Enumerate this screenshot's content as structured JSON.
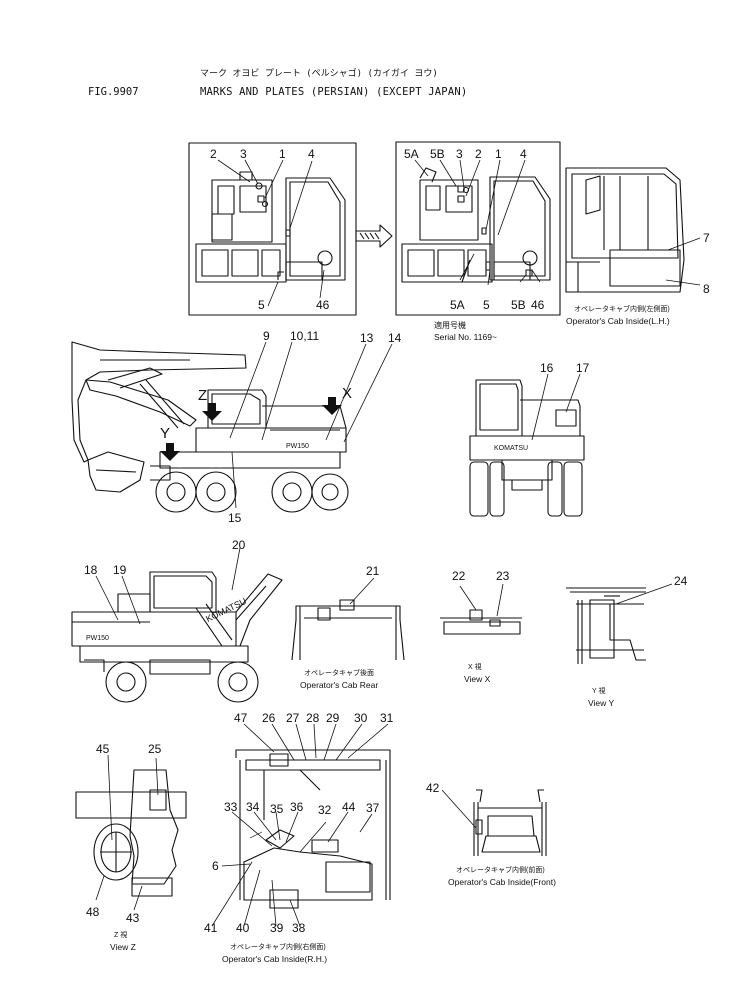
{
  "header": {
    "fig": "FIG.9907",
    "title_jp": "マーク オヨビ プレート (ペルシャゴ) (カイガイ ヨウ)",
    "title": "MARKS AND PLATES (PERSIAN) (EXCEPT JAPAN)"
  },
  "serial": {
    "jp": "適用号機",
    "en": "Serial No. 1169~"
  },
  "captions": {
    "cab_lh_jp": "オペレータキャブ内側(左側面)",
    "cab_lh": "Operator's Cab Inside(L.H.)",
    "cab_rear_jp": "オペレータキャブ後面",
    "cab_rear": "Operator's Cab Rear",
    "view_x_jp": "X 視",
    "view_x": "View X",
    "view_y_jp": "Y 視",
    "view_y": "View Y",
    "view_z_jp": "Z 視",
    "view_z": "View Z",
    "cab_front_jp": "オペレータキャブ内側(前面)",
    "cab_front": "Operator's Cab Inside(Front)",
    "cab_rh_jp": "オペレータキャブ内側(右側面)",
    "cab_rh": "Operator's Cab Inside(R.H.)"
  },
  "plate_text": {
    "model": "PW150",
    "brand": "KOMATSU"
  },
  "arrow_letters": {
    "z": "Z",
    "y": "Y",
    "x": "X"
  },
  "callouts": {
    "a1_2": "2",
    "a1_3": "3",
    "a1_1": "1",
    "a1_4": "4",
    "a1_5": "5",
    "a1_46": "46",
    "a2_5A": "5A",
    "a2_5B": "5B",
    "a2_3": "3",
    "a2_2": "2",
    "a2_1": "1",
    "a2_4": "4",
    "a2_5Ab": "5A",
    "a2_5": "5",
    "a2_5Bb": "5B",
    "a2_46": "46",
    "c_7": "7",
    "c_8": "8",
    "m_9": "9",
    "m_1011": "10,11",
    "m_13": "13",
    "m_14": "14",
    "m_15": "15",
    "r_16": "16",
    "r_17": "17",
    "s_18": "18",
    "s_19": "19",
    "s_20": "20",
    "s_21": "21",
    "s_22": "22",
    "s_23": "23",
    "s_24": "24",
    "z_45": "45",
    "z_25": "25",
    "z_48": "48",
    "z_43": "43",
    "h_47": "47",
    "h_26": "26",
    "h_27": "27",
    "h_28": "28",
    "h_29": "29",
    "h_30": "30",
    "h_31": "31",
    "h_33": "33",
    "h_34": "34",
    "h_35": "35",
    "h_36": "36",
    "h_32": "32",
    "h_44": "44",
    "h_37": "37",
    "h_6": "6",
    "h_41": "41",
    "h_40": "40",
    "h_39": "39",
    "h_38": "38",
    "f_42": "42"
  }
}
